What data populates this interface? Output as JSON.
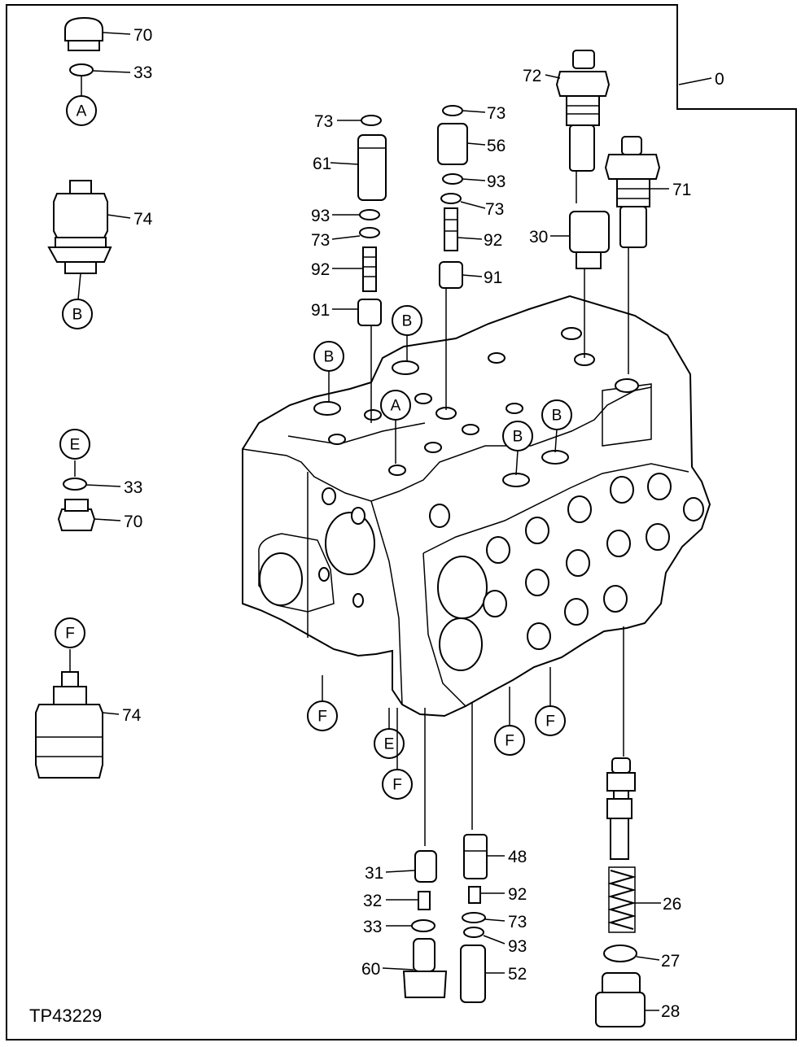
{
  "figure_code": "TP43229",
  "callouts": {
    "c70a": "70",
    "c33a": "33",
    "c74a": "74",
    "c33e": "33",
    "c70e": "70",
    "c74f": "74",
    "c0": "0",
    "c72": "72",
    "c71": "71",
    "c30": "30",
    "c73a": "73",
    "c61": "61",
    "c93a": "93",
    "c73b": "73",
    "c92a": "92",
    "c91a": "91",
    "c73c": "73",
    "c56": "56",
    "c93b": "93",
    "c73d": "73",
    "c92b": "92",
    "c91b": "91",
    "c31": "31",
    "c32": "32",
    "c33b": "33",
    "c60": "60",
    "c48": "48",
    "c92c": "92",
    "c73e": "73",
    "c93c": "93",
    "c52": "52",
    "c26": "26",
    "c27": "27",
    "c28": "28"
  },
  "connectors": {
    "ref_a1": "A",
    "ref_b1": "B",
    "ref_e1": "E",
    "ref_f1": "F",
    "ref_b2": "B",
    "ref_b3": "B",
    "ref_a2": "A",
    "ref_b4": "B",
    "ref_b5": "B",
    "ref_f2": "F",
    "ref_e2": "E",
    "ref_f3": "F",
    "ref_f4": "F",
    "ref_f5": "F"
  }
}
